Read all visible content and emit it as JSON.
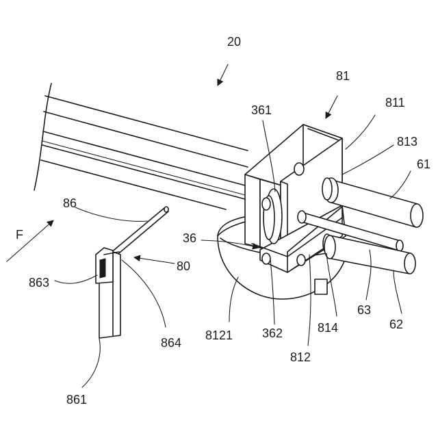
{
  "labels": {
    "l20": "20",
    "l81": "81",
    "l811": "811",
    "l813": "813",
    "l361": "361",
    "l61": "61",
    "l86": "86",
    "lF": "F",
    "l36": "36",
    "l80": "80",
    "l863": "863",
    "l8121": "8121",
    "l362": "362",
    "l864": "864",
    "l63": "63",
    "l62": "62",
    "l814": "814",
    "l812": "812",
    "l861": "861"
  }
}
